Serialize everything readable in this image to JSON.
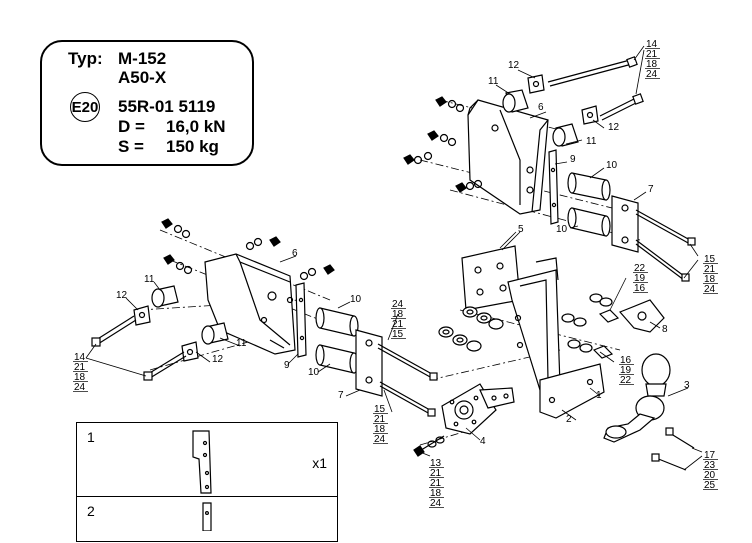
{
  "spec": {
    "typ_label": "Typ:",
    "typ_value": "M-152",
    "variant": "A50-X",
    "approval_mark": "E20",
    "approval_number": "55R-01 5119",
    "d_label": "D =",
    "d_value": "16,0 kN",
    "s_label": "S =",
    "s_value": "150 kg"
  },
  "parts_table": {
    "rows": [
      {
        "num": "1",
        "qty": "x1"
      },
      {
        "num": "2",
        "qty": ""
      }
    ]
  },
  "callouts": {
    "c1": "1",
    "c2": "2",
    "c3": "3",
    "c4": "4",
    "c5": "5",
    "c6a": "6",
    "c6b": "6",
    "c7a": "7",
    "c7b": "7",
    "c8": "8",
    "c9a": "9",
    "c9b": "9",
    "c10a": "10",
    "c10b": "10",
    "c10c": "10",
    "c10d": "10",
    "c11a": "11",
    "c11b": "11",
    "c11c": "11",
    "c11d": "11",
    "c12a": "12",
    "c12b": "12",
    "c12c": "12",
    "c12d": "12"
  },
  "stacks": {
    "s_top_right": [
      "14",
      "21",
      "18",
      "24"
    ],
    "s_right_mid": [
      "15",
      "21",
      "18",
      "24"
    ],
    "s_left": [
      "14",
      "21",
      "18",
      "24"
    ],
    "s_center_top": [
      "24",
      "18",
      "21",
      "15"
    ],
    "s_center_bottom": [
      "15",
      "21",
      "18",
      "24"
    ],
    "s_bottom": [
      "13",
      "21",
      "21",
      "18",
      "24"
    ],
    "s_22": [
      "22",
      "19",
      "16"
    ],
    "s_16": [
      "16",
      "19",
      "22"
    ],
    "s_17": [
      "17",
      "23",
      "20",
      "25"
    ]
  }
}
